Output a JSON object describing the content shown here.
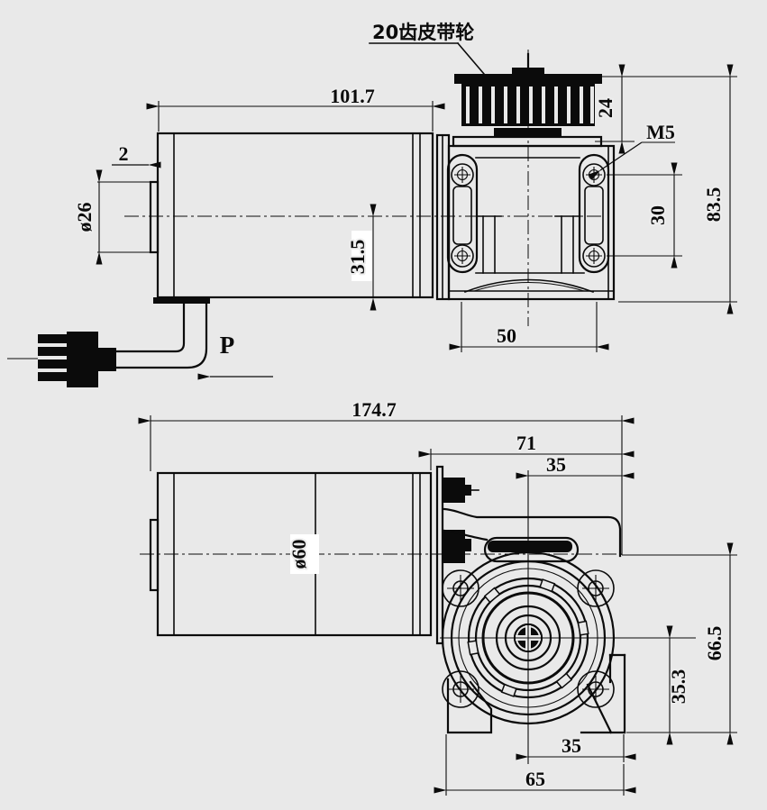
{
  "drawing": {
    "background": "#e9e9e9",
    "ink_color": "#0b0b0b",
    "notes": {
      "pulley_note": "20齿皮带轮",
      "direction_label": "P"
    },
    "side_view": {
      "dim_motor_length": "101.7",
      "dim_boss_step": "2",
      "dim_boss_dia": "ø26",
      "dim_axis_offset": "31.5",
      "dim_pulley_height": "24",
      "label_screw": "M5",
      "dim_screw_spacing": "30",
      "dim_total_height": "83.5",
      "dim_mount_span": "50"
    },
    "front_view": {
      "dim_total_length": "174.7",
      "dim_gearbox_length": "71",
      "dim_face_to_axis": "35",
      "dim_motor_dia": "ø60",
      "dim_axis_to_base": "66.5",
      "dim_output_axis_to_base": "35.3",
      "dim_center_to_foot": "35",
      "dim_foot_span": "65"
    }
  }
}
